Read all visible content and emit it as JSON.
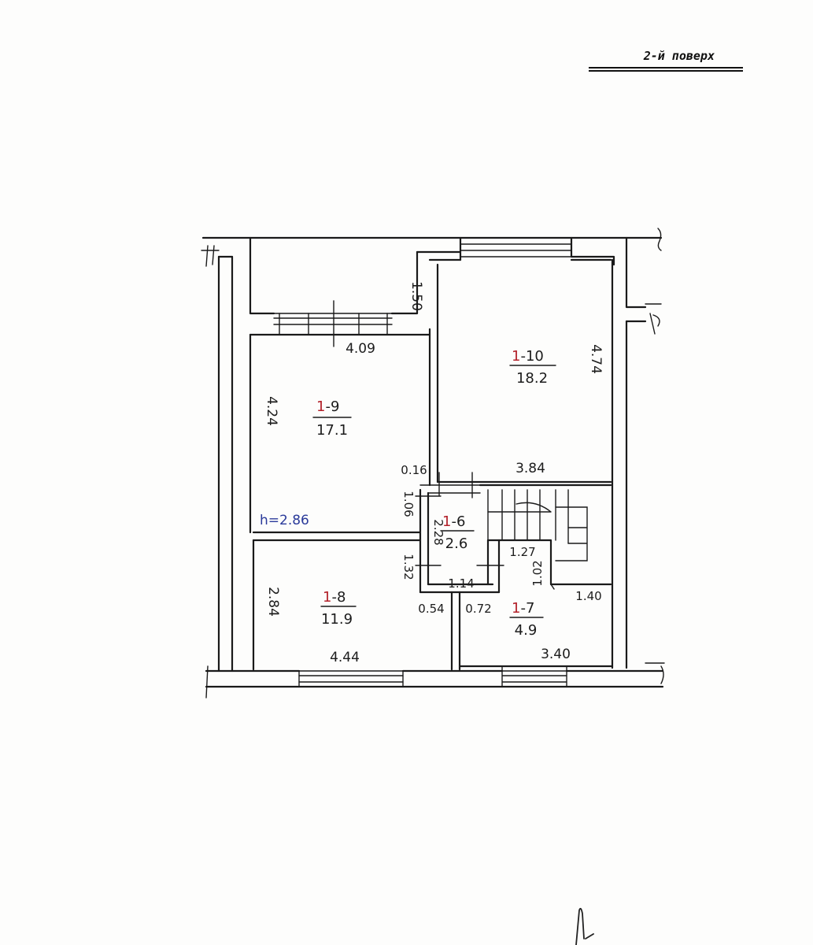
{
  "header": {
    "floor_label": "2-й поверх"
  },
  "rooms": [
    {
      "id": "r9",
      "prefix": "1",
      "code": "-9",
      "area": "17.1"
    },
    {
      "id": "r10",
      "prefix": "1",
      "code": "-10",
      "area": "18.2"
    },
    {
      "id": "r6",
      "prefix": "1",
      "code": "-6",
      "area": "2.6"
    },
    {
      "id": "r8",
      "prefix": "1",
      "code": "-8",
      "area": "11.9"
    },
    {
      "id": "r7",
      "prefix": "1",
      "code": "-7",
      "area": "4.9"
    }
  ],
  "dimensions": {
    "d150": "1.50",
    "d409": "4.09",
    "d424": "4.24",
    "d474": "4.74",
    "d016": "0.16",
    "d384": "3.84",
    "d106": "1.06",
    "d228": "2.28",
    "d132": "1.32",
    "d127": "1.27",
    "d102": "1.02",
    "d114": "1.14",
    "d140": "1.40",
    "d054": "0.54",
    "d072": "0.72",
    "d284": "2.84",
    "d444": "4.44",
    "d340": "3.40"
  },
  "ceiling_height": "h=2.86"
}
